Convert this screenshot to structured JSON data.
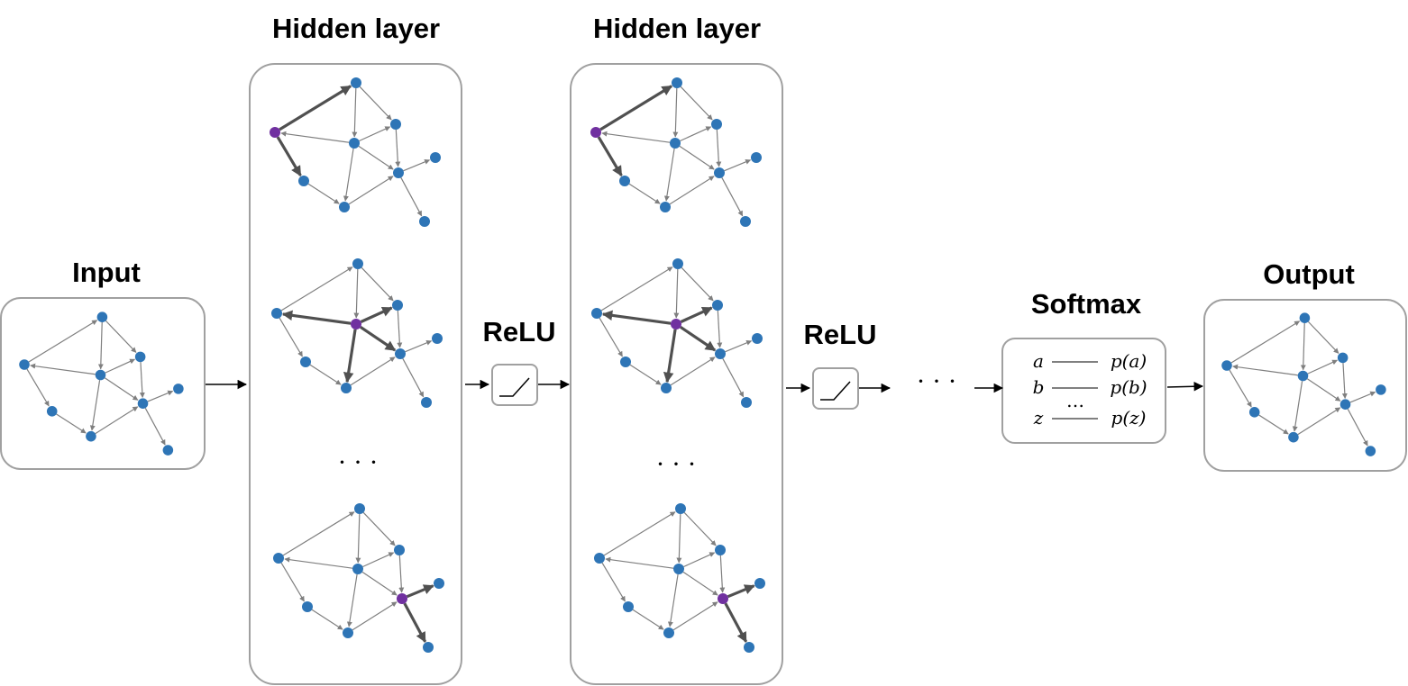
{
  "titles": {
    "input": "Input",
    "hidden1": "Hidden layer",
    "hidden2": "Hidden layer",
    "relu1": "ReLU",
    "relu2": "ReLU",
    "softmax": "Softmax",
    "output": "Output"
  },
  "ellipsis": "· · ·",
  "softmax_rows": [
    {
      "input": "a",
      "output": "p(a)"
    },
    {
      "input": "b",
      "output": "p(b)"
    },
    {
      "input": "z",
      "output": "p(z)"
    }
  ],
  "softmax_ellipsis": "…",
  "colors": {
    "node": "#2e75b6",
    "highlight_node": "#7030a0",
    "edge": "#7f7f7f",
    "active_edge": "#505050",
    "frame": "#a0a0a0"
  },
  "graph": {
    "nodes": [
      "n1",
      "n2",
      "n3",
      "n4",
      "n5",
      "n6",
      "n7",
      "n8",
      "n9",
      "n10"
    ],
    "edges": [
      [
        "n2",
        "n1"
      ],
      [
        "n1",
        "n3"
      ],
      [
        "n2",
        "n4"
      ],
      [
        "n3",
        "n6"
      ],
      [
        "n4",
        "n2"
      ],
      [
        "n4",
        "n5"
      ],
      [
        "n4",
        "n6"
      ],
      [
        "n4",
        "n7"
      ],
      [
        "n5",
        "n6"
      ],
      [
        "n7",
        "n6"
      ],
      [
        "n6",
        "n8"
      ],
      [
        "n6",
        "n9"
      ],
      [
        "n6",
        "n10"
      ]
    ]
  },
  "highlighted": {
    "hidden_top": "n2",
    "hidden_mid": "n4",
    "hidden_bottom": "n6"
  }
}
